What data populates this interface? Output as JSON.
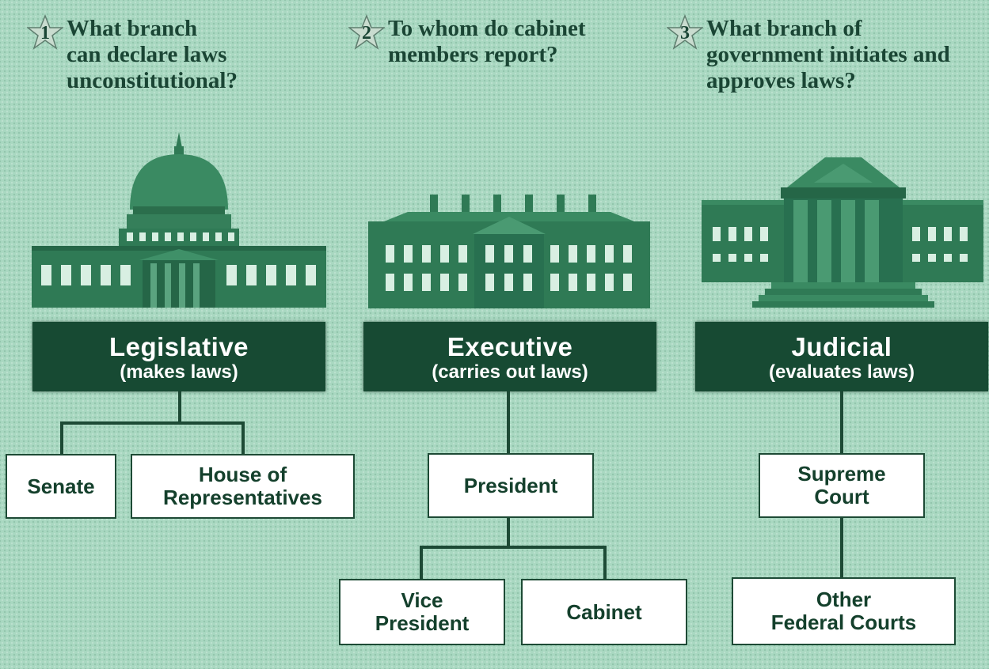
{
  "questions": [
    {
      "number": "1",
      "lines": [
        "What branch",
        "can declare laws",
        "unconstitutional?"
      ]
    },
    {
      "number": "2",
      "lines": [
        "To whom do cabinet",
        "members report?"
      ]
    },
    {
      "number": "3",
      "lines": [
        "What branch of",
        "government initiates and",
        "approves laws?"
      ]
    }
  ],
  "branches": {
    "legislative": {
      "title": "Legislative",
      "subtitle": "(makes laws)",
      "children": [
        "Senate",
        [
          "House of",
          "Representatives"
        ]
      ]
    },
    "executive": {
      "title": "Executive",
      "subtitle": "(carries out laws)",
      "head": "President",
      "children": [
        [
          "Vice",
          "President"
        ],
        "Cabinet"
      ]
    },
    "judicial": {
      "title": "Judicial",
      "subtitle": "(evaluates laws)",
      "children": [
        [
          "Supreme",
          "Court"
        ],
        [
          "Other",
          "Federal Courts"
        ]
      ]
    }
  },
  "colors": {
    "background": "#a9d8c1",
    "dark_green": "#174a33",
    "building": "#2f7a55",
    "text": "#1a4534"
  },
  "icons": [
    "star-icon",
    "capitol-building-icon",
    "white-house-icon",
    "supreme-court-building-icon"
  ]
}
